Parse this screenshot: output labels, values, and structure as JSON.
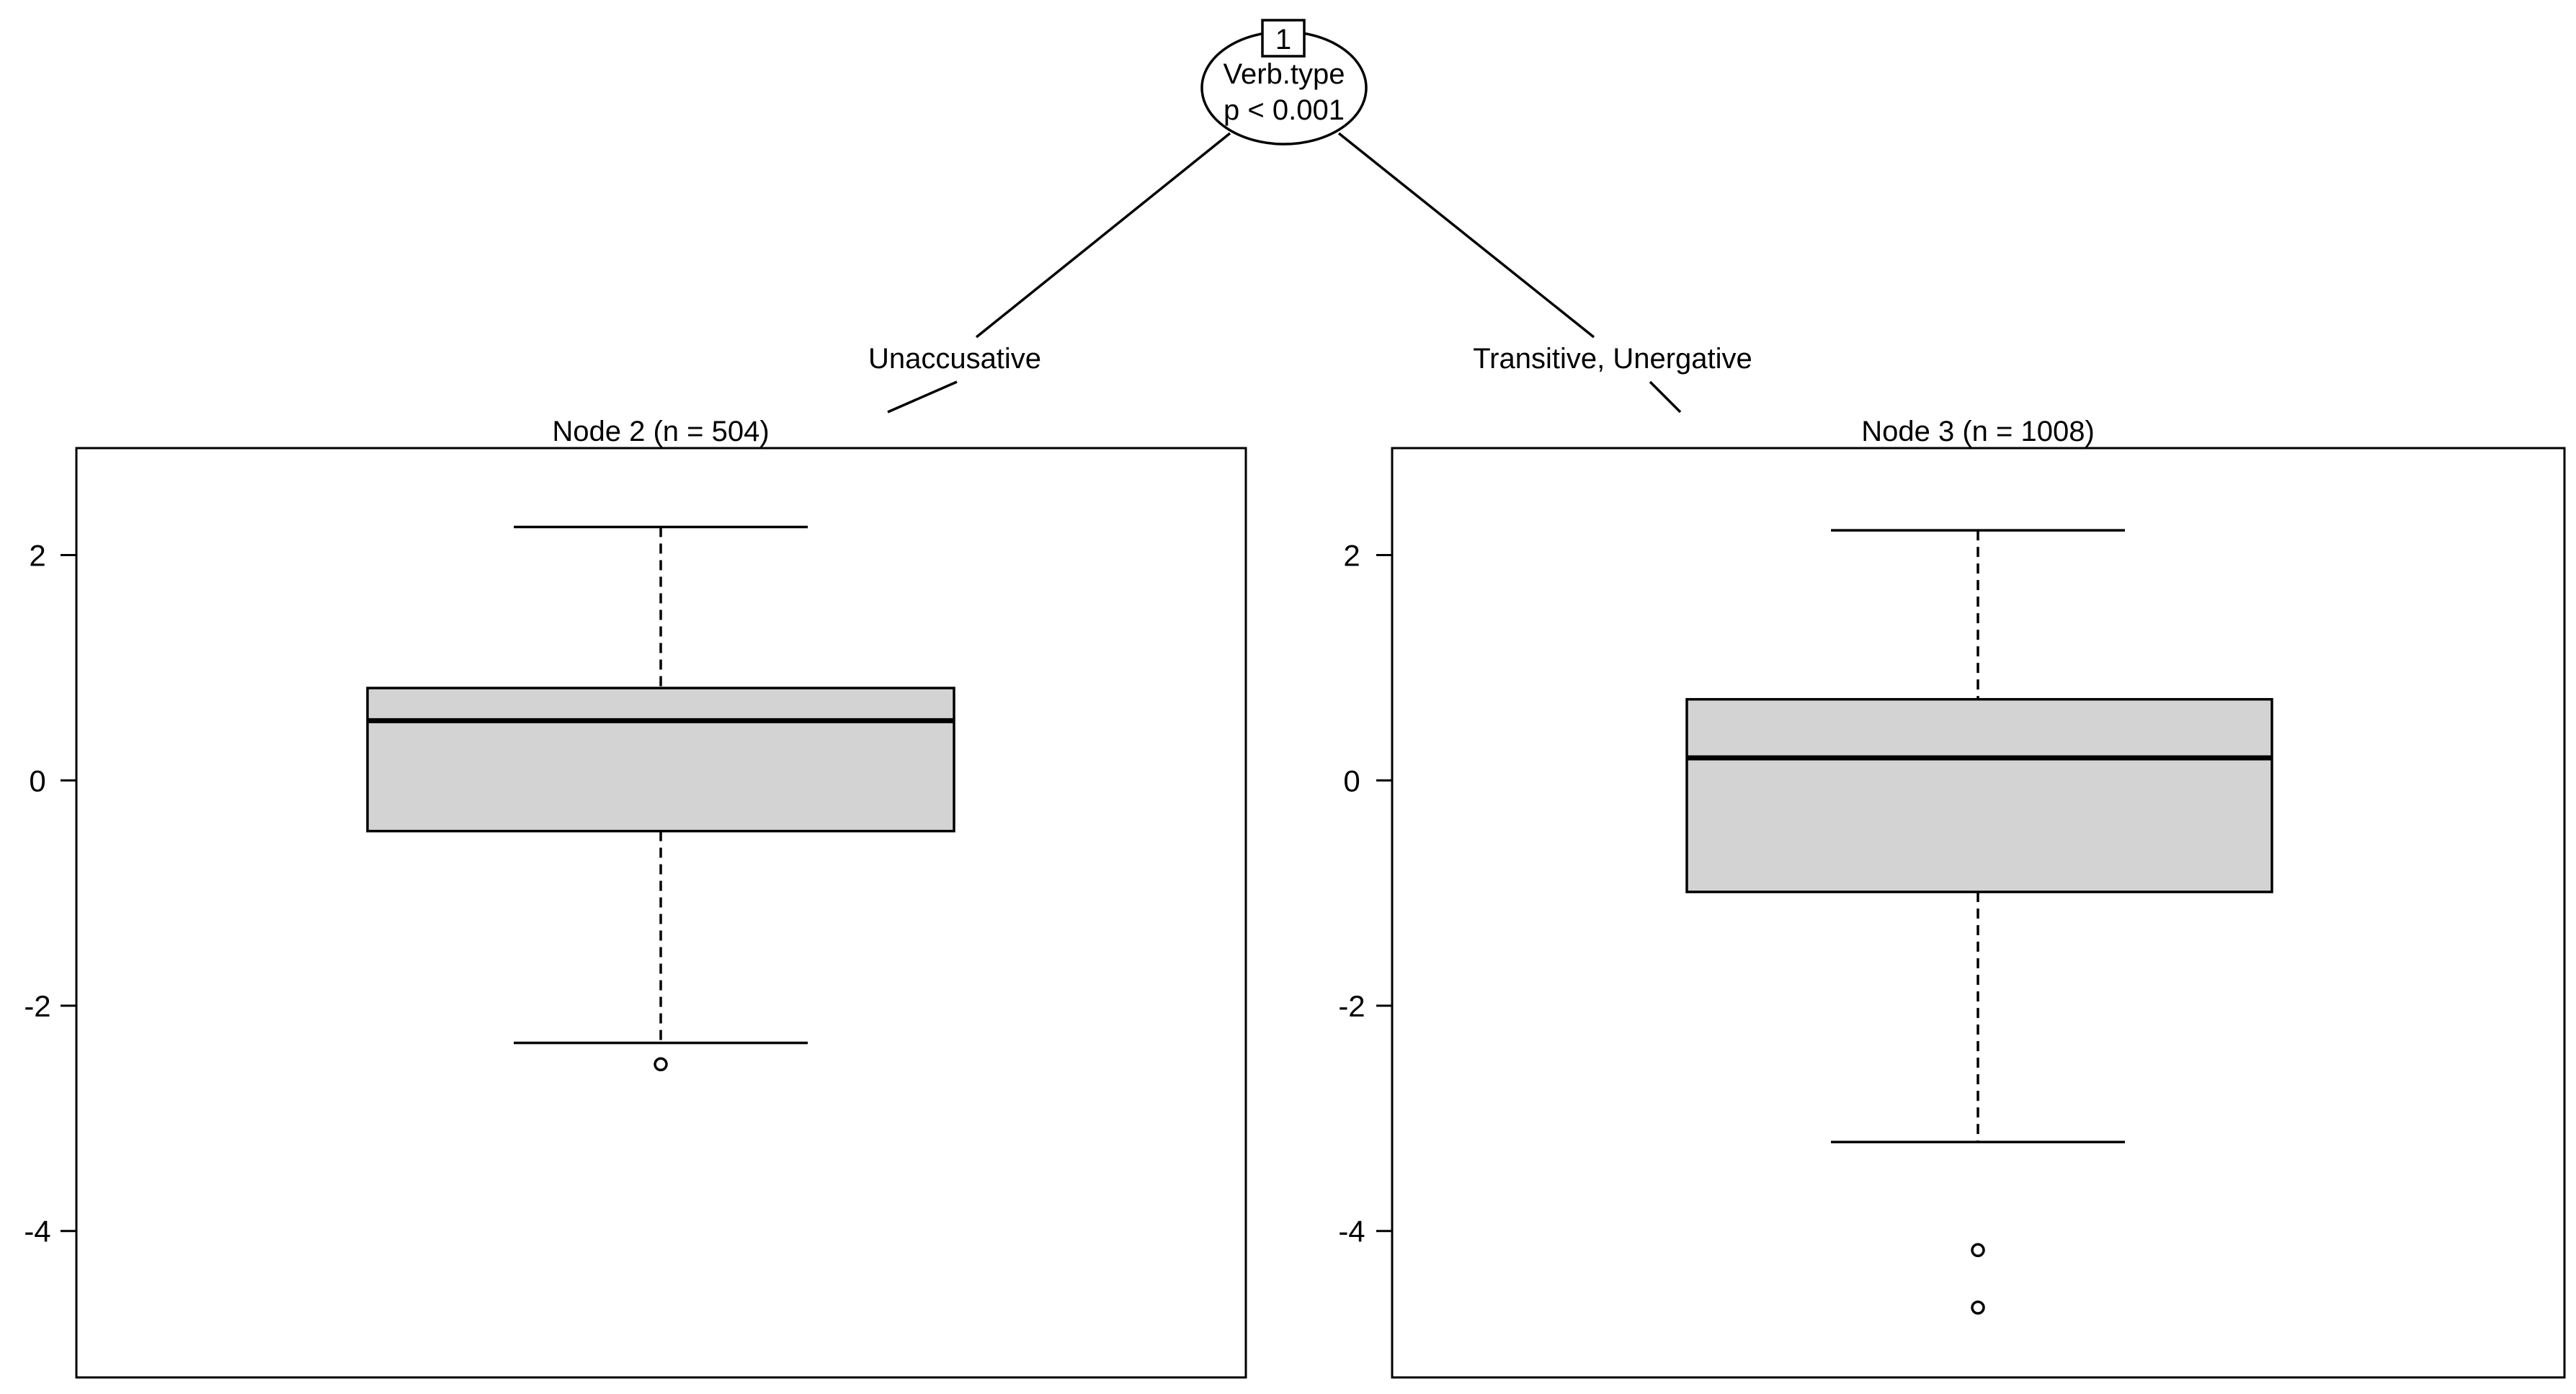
{
  "chart_data": {
    "type": "tree-boxplot",
    "root": {
      "id": "1",
      "variable": "Verb.type",
      "p_value": "p < 0.001"
    },
    "edges": [
      {
        "label": "Unaccusative",
        "to": "2"
      },
      {
        "label": "Transitive, Unergative",
        "to": "3"
      }
    ],
    "ylim": [
      -5.3,
      2.95
    ],
    "yticks": [
      2,
      0,
      -2,
      -4
    ],
    "ytick_labels": [
      "2",
      "0",
      "-2",
      "-4"
    ],
    "panels": [
      {
        "title": "Node 2 (n = 504)",
        "whisker_high": 2.25,
        "q3": 0.82,
        "median": 0.53,
        "q1": -0.45,
        "whisker_low": -2.33,
        "outliers": [
          -2.52
        ]
      },
      {
        "title": "Node 3 (n = 1008)",
        "whisker_high": 2.22,
        "q3": 0.72,
        "median": 0.2,
        "q1": -0.99,
        "whisker_low": -3.21,
        "outliers": [
          -4.17,
          -4.68
        ]
      }
    ],
    "colors": {
      "box_fill": "#d3d3d3",
      "stroke": "#000000"
    }
  }
}
